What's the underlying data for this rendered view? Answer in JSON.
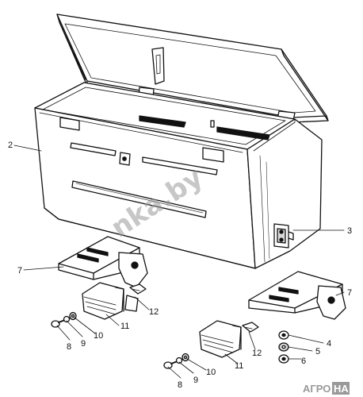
{
  "callouts": {
    "c2": "2",
    "c3": "3",
    "c4": "4",
    "c5": "5",
    "c6": "6",
    "c7a": "7",
    "c7b": "7",
    "c8a": "8",
    "c8b": "8",
    "c9a": "9",
    "c9b": "9",
    "c10a": "10",
    "c10b": "10",
    "c11a": "11",
    "c11b": "11",
    "c12a": "12",
    "c12b": "12"
  },
  "watermark": {
    "text": "nka.by",
    "brand_prefix": "АГРО",
    "brand_suffix": "НА"
  },
  "colors": {
    "line": "#111111",
    "paper": "#ffffff",
    "shade": "#d8d8d8"
  }
}
